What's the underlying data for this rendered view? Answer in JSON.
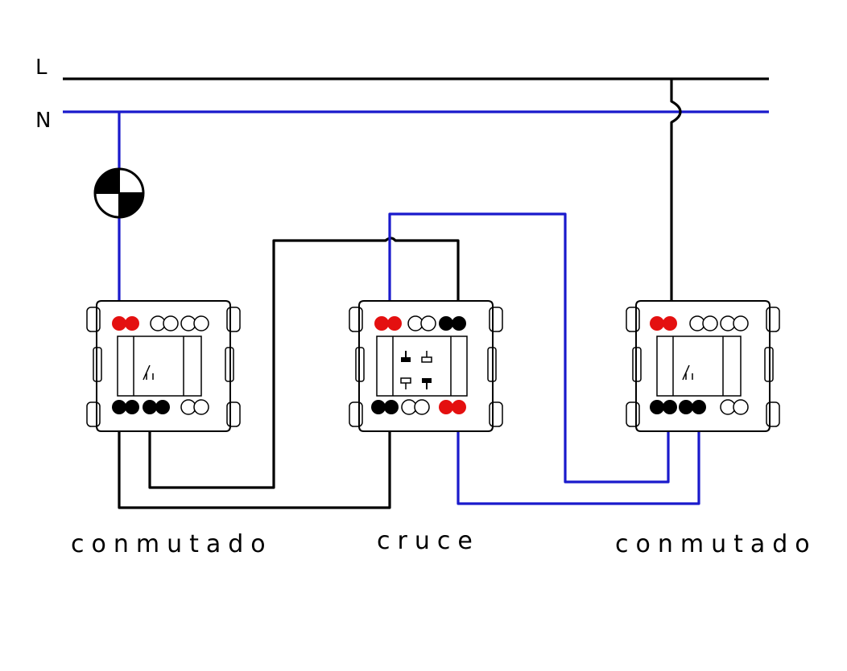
{
  "diagram": {
    "rails": [
      {
        "id": "L",
        "label": "L",
        "color": "#000000"
      },
      {
        "id": "N",
        "label": "N",
        "color": "#1a1acc"
      }
    ],
    "lamp": {
      "icon": "lamp-symbol-icon"
    },
    "devices": [
      {
        "id": "left",
        "label": "conmutado",
        "icon": "switch-symbol-icon"
      },
      {
        "id": "center",
        "label": "cruce",
        "icon": "crossover-symbol-icon"
      },
      {
        "id": "right",
        "label": "conmutado",
        "icon": "switch-symbol-icon"
      }
    ],
    "colors": {
      "live": "#000000",
      "neutral": "#1a1acc",
      "terminal_highlight": "#e41010",
      "terminal_dark": "#000000"
    }
  }
}
